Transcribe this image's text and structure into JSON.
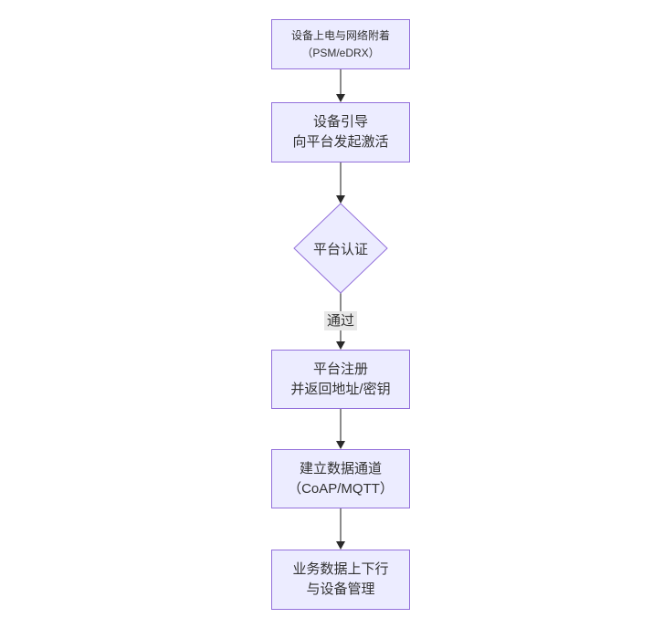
{
  "diagram": {
    "type": "flowchart-top-down",
    "nodes": {
      "power": {
        "line1": "设备上电与网络附着",
        "line2": "（PSM/eDRX）"
      },
      "bootstrap": {
        "line1": "设备引导",
        "line2": "向平台发起激活"
      },
      "auth": {
        "label": "平台认证"
      },
      "register": {
        "line1": "平台注册",
        "line2": "并返回地址/密钥"
      },
      "channel": {
        "line1": "建立数据通道",
        "line2": "（CoAP/MQTT）"
      },
      "business": {
        "line1": "业务数据上下行",
        "line2": "与设备管理"
      }
    },
    "edge_labels": {
      "auth_pass": "通过"
    },
    "colors": {
      "node_fill": "#ECECFF",
      "node_border": "#9370DB",
      "arrow": "#3f3f3f",
      "edge_label_bg": "#e8e8e8",
      "text": "#333333",
      "background": "#ffffff"
    }
  }
}
